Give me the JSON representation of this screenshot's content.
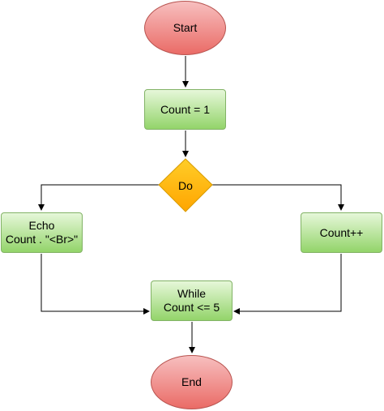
{
  "nodes": {
    "start": "Start",
    "count_init": "Count = 1",
    "do": "Do",
    "echo_line1": "Echo",
    "echo_line2": "Count . \"<Br>\"",
    "count_inc": "Count++",
    "while_line1": "While",
    "while_line2": "Count <= 5",
    "end": "End"
  },
  "colors": {
    "terminal_fill": "#ea6b66",
    "terminal_stroke": "#b85450",
    "process_fill": "#93d46a",
    "process_stroke": "#82b366",
    "decision_fill": "#ffcd28",
    "decision_stroke": "#d79b00",
    "connector": "#000000"
  }
}
